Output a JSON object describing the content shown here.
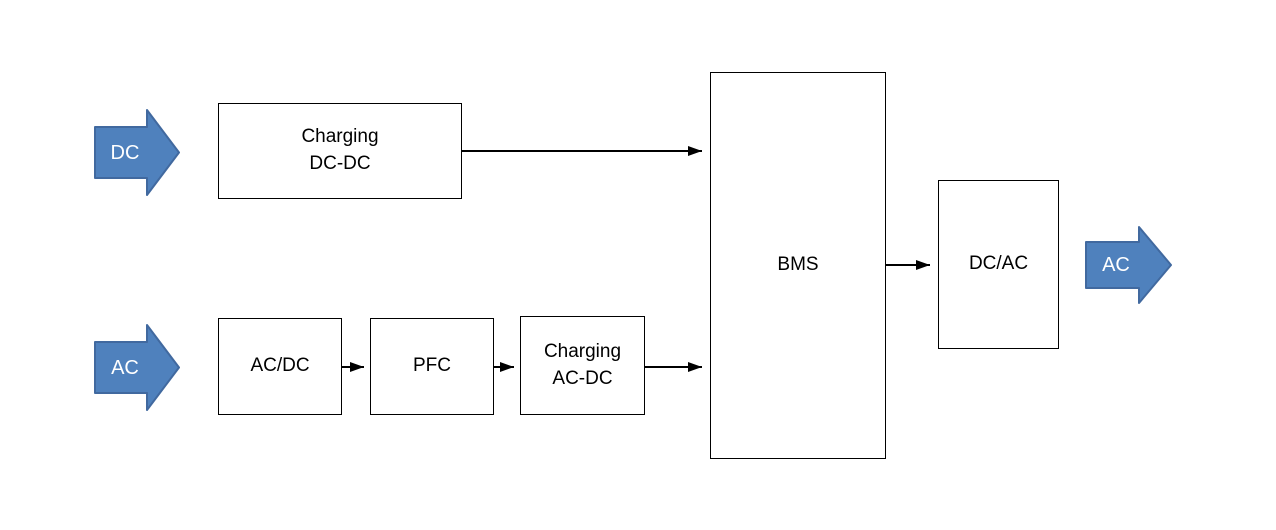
{
  "diagram": {
    "colors": {
      "arrow_fill": "#4F81BD",
      "arrow_stroke": "#41699F",
      "connector": "#000000",
      "box_border": "#000000"
    },
    "inputs": {
      "dc": {
        "label": "DC"
      },
      "ac": {
        "label": "AC"
      }
    },
    "output": {
      "ac": {
        "label": "AC"
      }
    },
    "blocks": {
      "charging_dcdc": {
        "label": "Charging\nDC-DC"
      },
      "bms": {
        "label": "BMS"
      },
      "dcac": {
        "label": "DC/AC"
      },
      "acdc": {
        "label": "AC/DC"
      },
      "pfc": {
        "label": "PFC"
      },
      "charging_acdc": {
        "label": "Charging\nAC-DC"
      }
    }
  }
}
